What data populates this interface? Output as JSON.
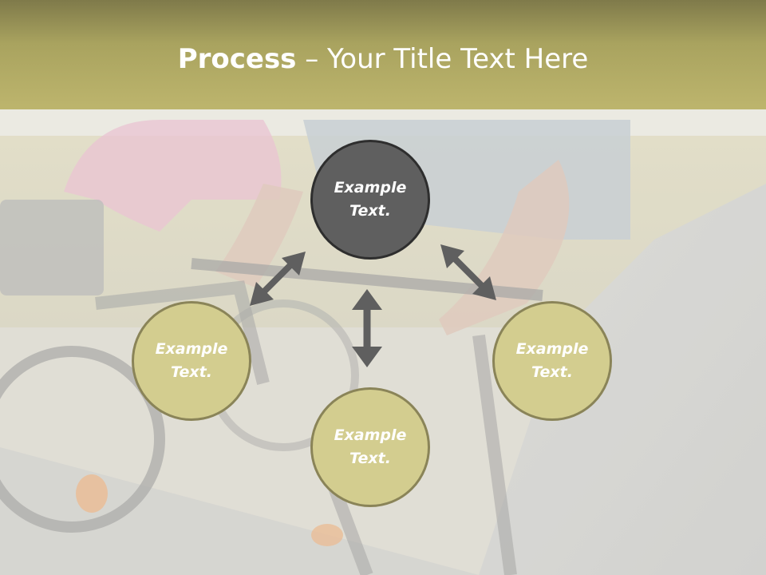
{
  "slide": {
    "title_bold": "Process",
    "title_rest": " – Your Title Text Here",
    "background": "cycling-couple-photo",
    "circles": [
      {
        "label": "Example Text.",
        "color": "#5f5f5f"
      },
      {
        "label": "Example Text.",
        "color": "#d3cd8f"
      },
      {
        "label": "Example Text.",
        "color": "#d3cd8f"
      },
      {
        "label": "Example Text.",
        "color": "#d3cd8f"
      }
    ],
    "colors": {
      "title_bar": "#b3ac65",
      "accent": "#d3cd8f",
      "arrow": "#5f5f5f",
      "title_text": "#ffffff"
    }
  }
}
